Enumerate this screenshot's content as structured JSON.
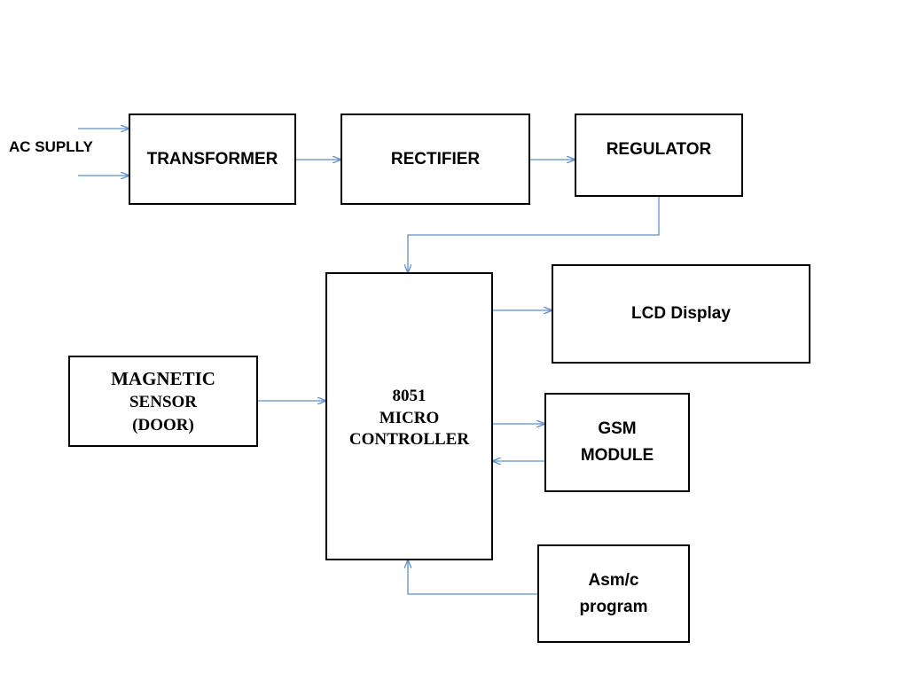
{
  "diagram": {
    "input_label": "AC SUPLLY",
    "blocks": {
      "transformer": "TRANSFORMER",
      "rectifier": "RECTIFIER",
      "regulator": "REGULATOR",
      "microcontroller": [
        "8051",
        "MICRO",
        "CONTROLLER"
      ],
      "lcd": "LCD Display",
      "magnetic_sensor": [
        "MAGNETIC",
        "SENSOR",
        "(DOOR)"
      ],
      "gsm": [
        "GSM",
        "MODULE"
      ],
      "program": [
        "Asm/c",
        "program"
      ]
    },
    "connections": [
      {
        "from": "ac_supply",
        "to": "transformer"
      },
      {
        "from": "transformer",
        "to": "rectifier"
      },
      {
        "from": "rectifier",
        "to": "regulator"
      },
      {
        "from": "regulator",
        "to": "microcontroller"
      },
      {
        "from": "microcontroller",
        "to": "lcd"
      },
      {
        "from": "magnetic_sensor",
        "to": "microcontroller"
      },
      {
        "from": "microcontroller",
        "to": "gsm"
      },
      {
        "from": "gsm",
        "to": "microcontroller"
      },
      {
        "from": "program",
        "to": "microcontroller"
      }
    ],
    "colors": {
      "arrow": "#5b8fd1",
      "border": "#000000",
      "text": "#000000"
    }
  }
}
